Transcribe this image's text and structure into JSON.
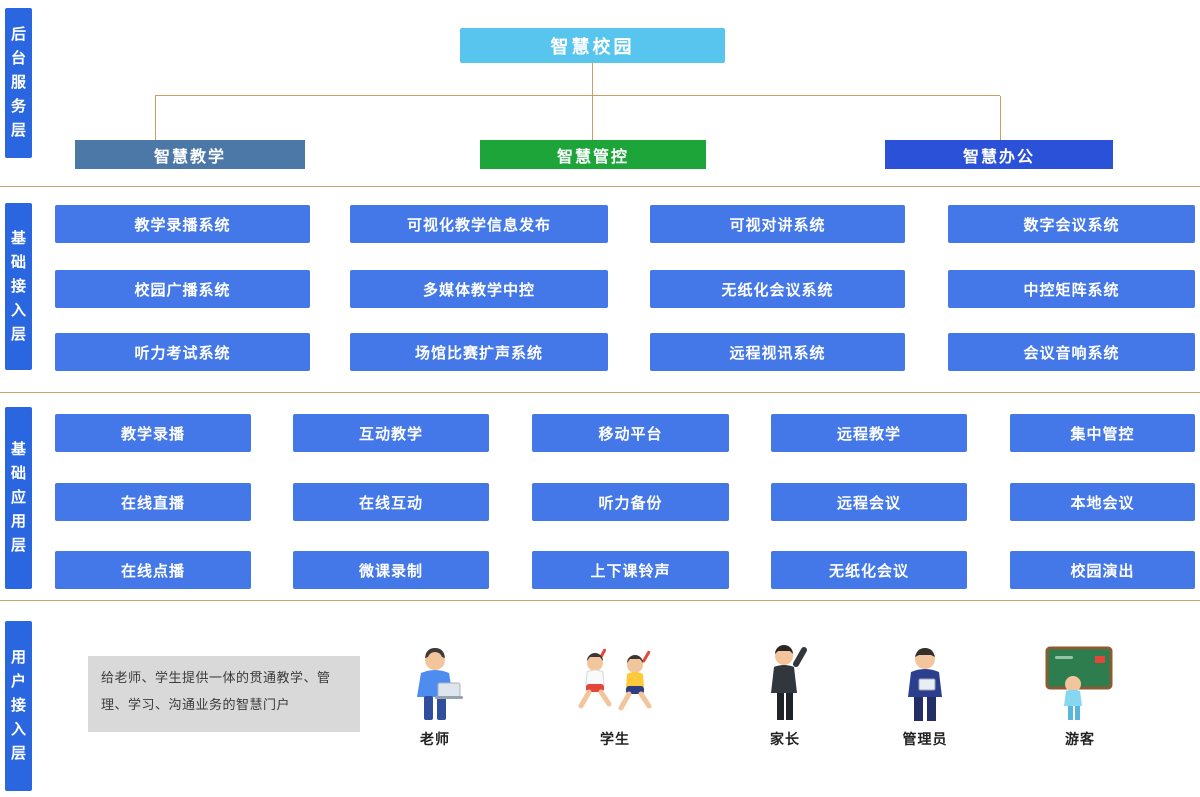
{
  "root": {
    "label": "智慧校园",
    "color": "#57c5ee"
  },
  "layers": [
    {
      "label": "后台服务层"
    },
    {
      "label": "基础接入层"
    },
    {
      "label": "基础应用层"
    },
    {
      "label": "用户接入层"
    }
  ],
  "colors": {
    "layer_label_bg": "#2a66e0",
    "node_bg": "#4478e8",
    "connector": "#cf9d5e",
    "divider": "#c9a36b",
    "desc_box_bg": "#d9d9d9"
  },
  "categories": [
    {
      "label": "智慧教学",
      "color": "#4c78a8"
    },
    {
      "label": "智慧管控",
      "color": "#1da53a"
    },
    {
      "label": "智慧办公",
      "color": "#2a51d8"
    }
  ],
  "access_layer": {
    "columns": [
      [
        "教学录播系统",
        "校园广播系统",
        "听力考试系统"
      ],
      [
        "可视化教学信息发布",
        "多媒体教学中控",
        "场馆比赛扩声系统"
      ],
      [
        "可视对讲系统",
        "无纸化会议系统",
        "远程视讯系统"
      ],
      [
        "数字会议系统",
        "中控矩阵系统",
        "会议音响系统"
      ]
    ]
  },
  "application_layer": {
    "columns": [
      [
        "教学录播",
        "在线直播",
        "在线点播"
      ],
      [
        "互动教学",
        "在线互动",
        "微课录制"
      ],
      [
        "移动平台",
        "听力备份",
        "上下课铃声"
      ],
      [
        "远程教学",
        "远程会议",
        "无纸化会议"
      ],
      [
        "集中管控",
        "本地会议",
        "校园演出"
      ]
    ]
  },
  "user_layer": {
    "description": "给老师、学生提供一体的贯通教学、管理、学习、沟通业务的智慧门户",
    "users": [
      {
        "label": "老师"
      },
      {
        "label": "学生"
      },
      {
        "label": "家长"
      },
      {
        "label": "管理员"
      },
      {
        "label": "游客"
      }
    ]
  }
}
